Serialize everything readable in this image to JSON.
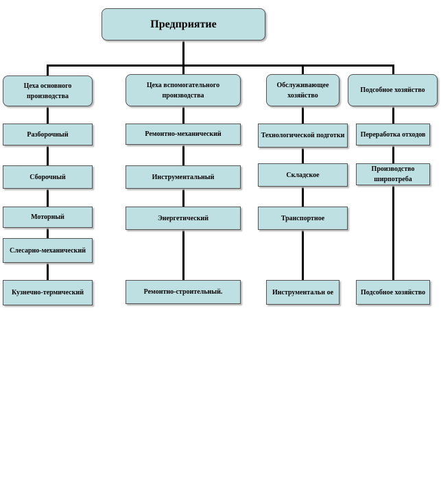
{
  "colors": {
    "box_fill": "#bfe0e3",
    "box_border": "#555555",
    "connector": "#000000"
  },
  "root": {
    "label": "Предприятие"
  },
  "columns": [
    {
      "header": "Цеха основного производства",
      "items": [
        "Разборочный",
        "Сборочный",
        "Моторный",
        "Слесарно-механический",
        "Кузнечно-термический"
      ]
    },
    {
      "header": "Цеха вспомогательного производства",
      "items": [
        "Ремонтно-механический",
        "Инструментальный",
        "Энергетический",
        "Ремонтно-строительный."
      ]
    },
    {
      "header": "Обслуживающее хозяйство",
      "items": [
        "Технологической подготки",
        "Складское",
        "Транспортное",
        "Инструментальн ое"
      ]
    },
    {
      "header": "Подсобное хозяйство",
      "items": [
        "Переработка отходов",
        "Производство ширпотреба",
        "Подсобное хозяйство"
      ]
    }
  ]
}
